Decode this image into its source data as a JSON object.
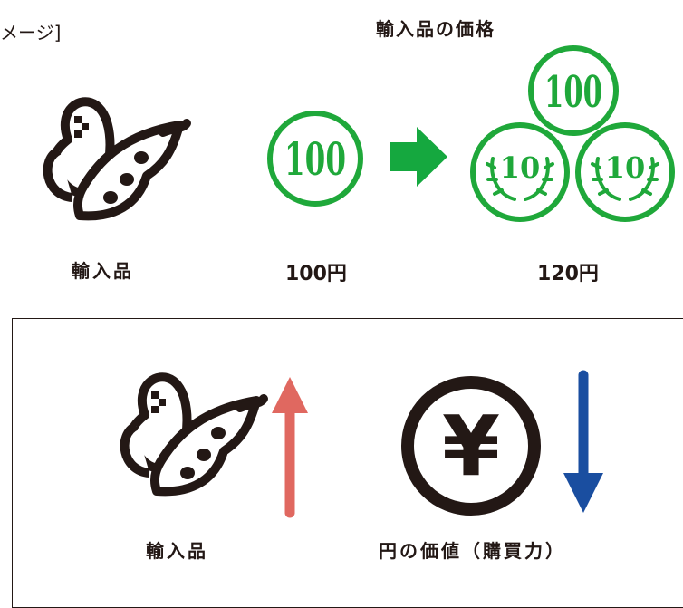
{
  "header": {
    "caption_fragment": "メージ]",
    "price_title": "輸入品の価格"
  },
  "top_row": {
    "item_label": "輸入品",
    "price_before": "100円",
    "price_after": "120円",
    "coin_large": "100",
    "coin_small": "10"
  },
  "bottom_box": {
    "item_label": "輸入品",
    "yen_label": "円の価値（購買力）",
    "yen_symbol": "¥"
  },
  "colors": {
    "coin_green": "#1fa83a",
    "arrow_green": "#15a83f",
    "arrow_up_red": "#e06860",
    "arrow_down_blue": "#1a4ea0",
    "ink": "#231815"
  }
}
